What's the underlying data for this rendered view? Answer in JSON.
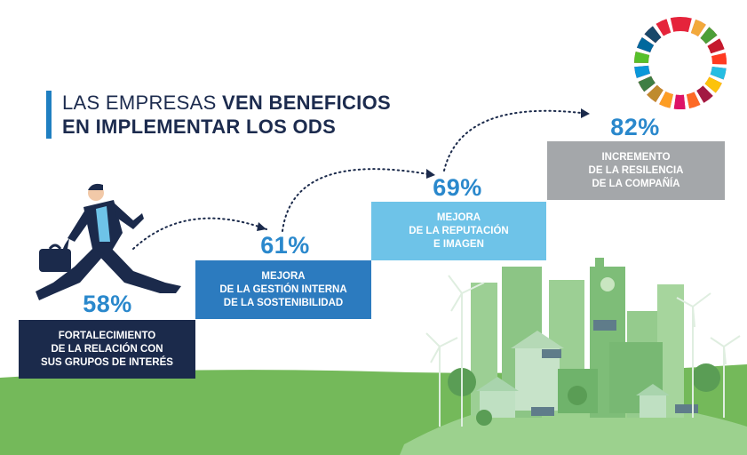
{
  "title": {
    "line1_regular": "LAS EMPRESAS ",
    "line1_bold": "VEN BENEFICIOS",
    "line2": "EN IMPLEMENTAR LOS ODS"
  },
  "steps": [
    {
      "percent": "58%",
      "label": "FORTALECIMIENTO\nDE LA RELACIÓN CON\nSUS GRUPOS DE INTERÉS",
      "color": "#1b2a4b"
    },
    {
      "percent": "61%",
      "label": "MEJORA\nDE LA GESTIÓN INTERNA\nDE LA SOSTENIBILIDAD",
      "color": "#2c7bbf"
    },
    {
      "percent": "69%",
      "label": "MEJORA\nDE LA REPUTACIÓN\nE IMAGEN",
      "color": "#6ec3e8"
    },
    {
      "percent": "82%",
      "label": "INCREMENTO\nDE LA RESILENCIA\nDE LA COMPAÑÍA",
      "color": "#a4a7aa"
    }
  ],
  "colors": {
    "accent": "#2a88cc",
    "title": "#1c2b4e",
    "grass": "#74b95a",
    "city": "#8cc585"
  },
  "icons": [
    "businessman-icon",
    "sdg-wheel-icon",
    "green-city-illustration"
  ]
}
